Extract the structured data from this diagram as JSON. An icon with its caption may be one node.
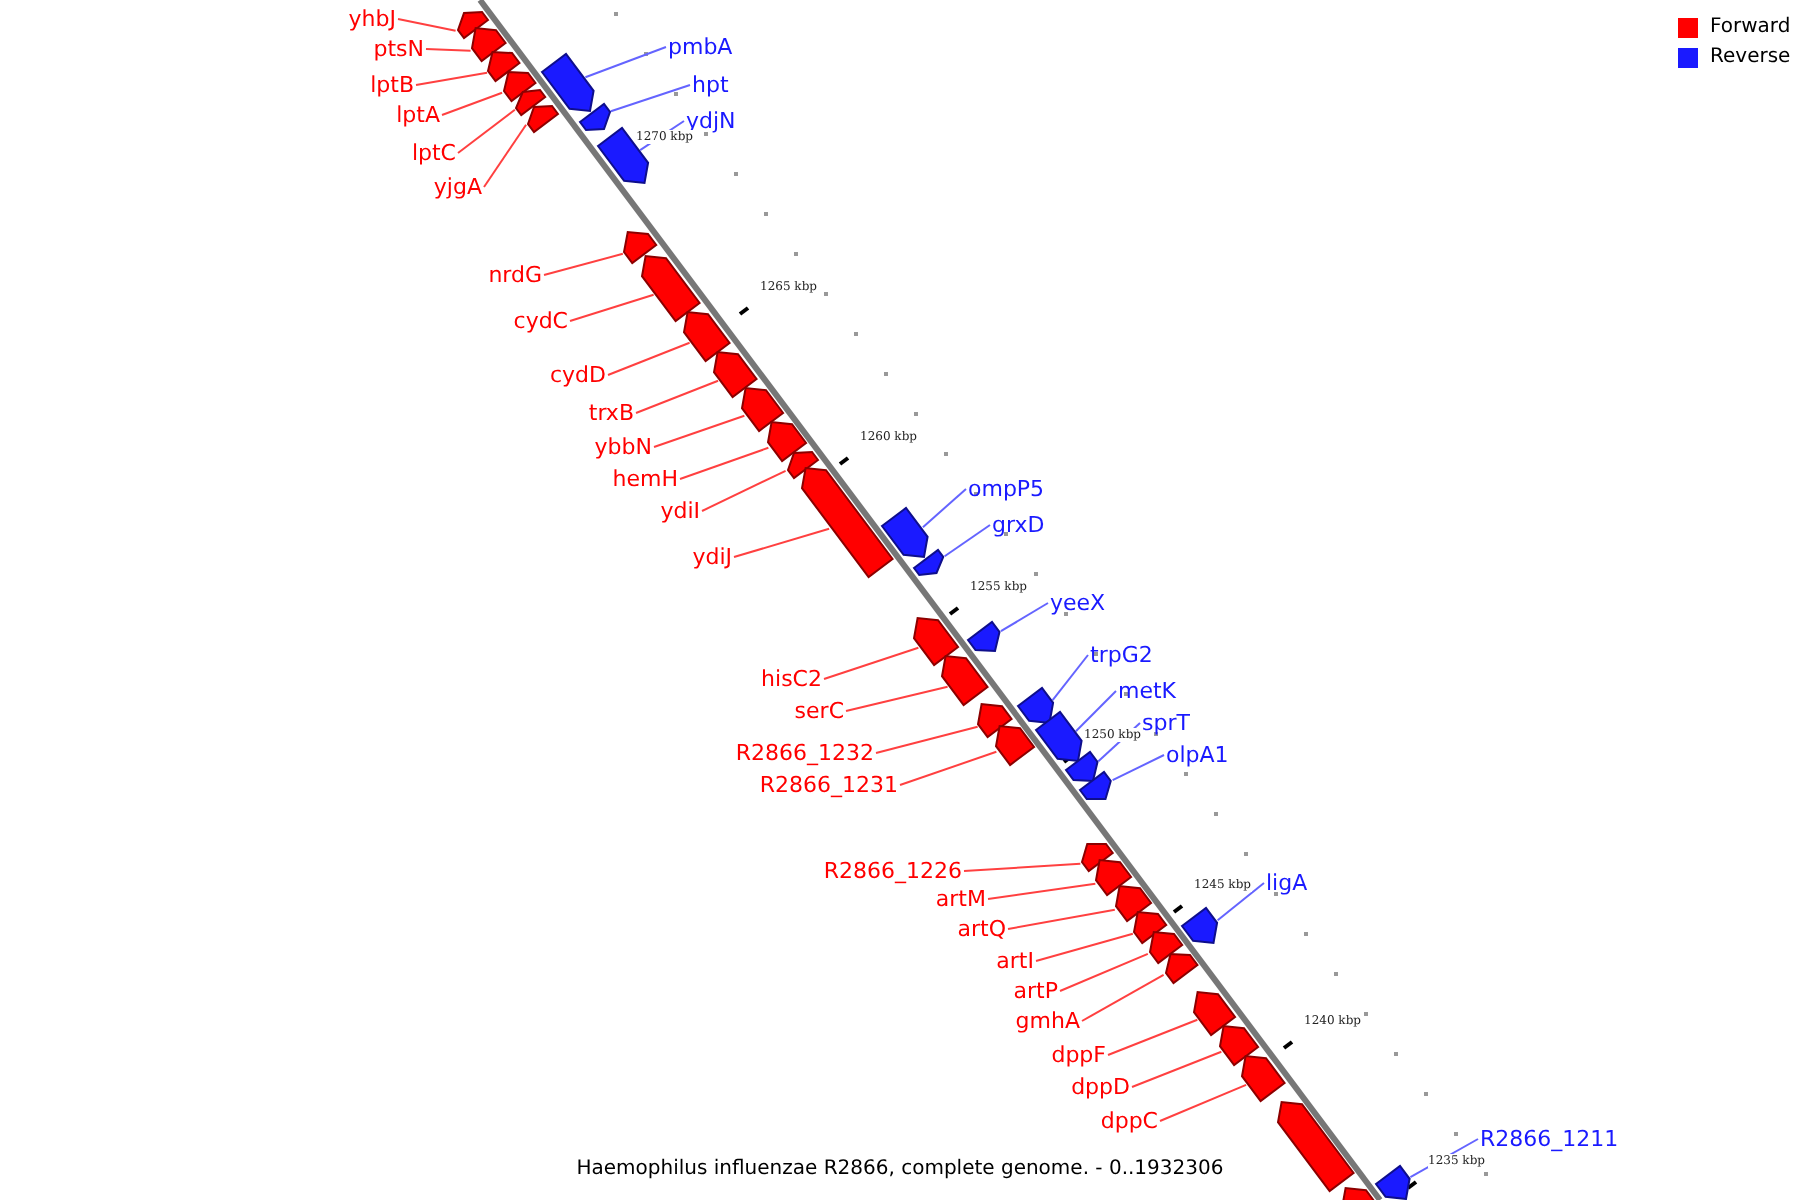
{
  "diagram": {
    "caption": "Haemophilus influenzae R2866, complete genome. - 0..1932306",
    "nodes": [
      {
        "text": [
          "yhbJ"
        ]
      },
      {
        "text": [],
        "shape": "bar"
      },
      {
        "text": [
          "ptsN"
        ]
      },
      {
        "text": [],
        "shape": "bar"
      },
      {
        "text": [
          "lptB"
        ]
      },
      {
        "text": [],
        "shape": "bar"
      },
      {
        "text": [
          "lptA"
        ]
      },
      {
        "text": [],
        "shape": "bar"
      },
      {
        "text": [
          "pmbA"
        ]
      },
      {
        "text": [],
        "shape": "bar"
      },
      {
        "text": [
          "lptC"
        ]
      },
      {
        "text": [],
        "shape": "bar"
      },
      {
        "text": [
          "yjgA"
        ]
      },
      {
        "text": [],
        "shape": "bar"
      },
      {
        "text": [
          "hpt"
        ]
      },
      {
        "text": [],
        "shape": "bar"
      },
      {
        "text": [
          "ydjN"
        ]
      },
      {
        "text": [],
        "shape": "bar"
      },
      {
        "text": [
          "nrdG"
        ]
      },
      {
        "text": [],
        "shape": "bar"
      },
      {
        "text": [
          "cydC"
        ]
      },
      {
        "text": [],
        "shape": "bar"
      },
      {
        "text": [
          "cydD"
        ]
      },
      {
        "text": [],
        "shape": "bar"
      },
      {
        "text": [
          "trxB"
        ]
      },
      {
        "text": [],
        "shape": "bar"
      },
      {
        "text": [
          "ybbN"
        ]
      },
      {
        "text": [],
        "shape": "bar"
      },
      {
        "text": [
          "hemH"
        ]
      },
      {
        "text": [],
        "shape": "bar"
      },
      {
        "text": [
          "ydiI"
        ]
      },
      {
        "text": [],
        "shape": "bar"
      },
      {
        "text": [
          "ydiJ"
        ]
      },
      {
        "text": [],
        "shape": "bar"
      },
      {
        "text": [
          "ompP5"
        ]
      },
      {
        "text": [],
        "shape": "bar"
      },
      {
        "text": [
          "grxD"
        ]
      },
      {
        "text": [],
        "shape": "bar"
      },
      {
        "text": [
          "hisC2"
        ]
      },
      {
        "text": [],
        "shape": "bar"
      },
      {
        "text": [
          "yeeX"
        ]
      },
      {
        "text": [],
        "shape": "bar"
      },
      {
        "text": [
          "serC"
        ]
      },
      {
        "text": [],
        "shape": "bar"
      },
      {
        "text": [
          "R2866_1232"
        ]
      },
      {
        "text": [],
        "shape": "bar"
      },
      {
        "text": [
          "R2866_1231"
        ]
      },
      {
        "text": [],
        "shape": "bar"
      },
      {
        "text": [
          "trpG2"
        ]
      },
      {
        "text": [],
        "shape": "bar"
      },
      {
        "text": [
          "metK"
        ]
      },
      {
        "text": [],
        "shape": "bar"
      },
      {
        "text": [
          "sprT"
        ]
      },
      {
        "text": [],
        "shape": "bar"
      },
      {
        "text": [
          "olpA1"
        ]
      },
      {
        "text": [],
        "shape": "bar"
      },
      {
        "text": [
          "R2866_1226"
        ]
      },
      {
        "text": [],
        "shape": "bar"
      },
      {
        "text": [
          "artM"
        ]
      },
      {
        "text": [],
        "shape": "bar"
      },
      {
        "text": [
          "artQ"
        ]
      },
      {
        "text": [],
        "shape": "bar"
      },
      {
        "text": [
          "artI"
        ]
      },
      {
        "text": [],
        "shape": "bar"
      },
      {
        "text": [
          "artP"
        ]
      },
      {
        "text": [],
        "shape": "bar"
      },
      {
        "text": [
          "ligA"
        ]
      },
      {
        "text": [],
        "shape": "bar"
      },
      {
        "text": [
          "gmhA"
        ]
      },
      {
        "text": [],
        "shape": "bar"
      },
      {
        "text": [
          "dppF"
        ]
      },
      {
        "text": [],
        "shape": "bar"
      },
      {
        "text": [
          "dppD"
        ]
      },
      {
        "text": [],
        "shape": "bar"
      },
      {
        "text": [
          "dppC"
        ]
      },
      {
        "text": [],
        "shape": "bar"
      },
      {
        "text": [],
        "shape": "bar"
      },
      {
        "text": [
          "R2866_1211"
        ]
      },
      {
        "text": [],
        "shape": "bar"
      },
      {
        "text": [],
        "shape": "bar"
      }
    ],
    "edges": [
      {
        "from": 0,
        "to": 1,
        "arrow": "none"
      },
      {
        "from": 2,
        "to": 3,
        "arrow": "none"
      },
      {
        "from": 4,
        "to": 5,
        "arrow": "none"
      },
      {
        "from": 6,
        "to": 7,
        "arrow": "none"
      },
      {
        "from": 8,
        "to": 9,
        "arrow": "none",
        "color": "#6464ff"
      },
      {
        "from": 10,
        "to": 11,
        "arrow": "none"
      },
      {
        "from": 12,
        "to": 13,
        "arrow": "none"
      },
      {
        "from": 14,
        "to": 15,
        "arrow": "none",
        "color": "#6464ff"
      },
      {
        "from": 16,
        "to": 17,
        "arrow": "none",
        "color": "#6464ff"
      },
      {
        "from": 18,
        "to": 19,
        "arrow": "none"
      },
      {
        "from": 20,
        "to": 21,
        "arrow": "none"
      },
      {
        "from": 22,
        "to": 23,
        "arrow": "none"
      },
      {
        "from": 24,
        "to": 25,
        "arrow": "none"
      },
      {
        "from": 26,
        "to": 27,
        "arrow": "none"
      },
      {
        "from": 28,
        "to": 29,
        "arrow": "none"
      },
      {
        "from": 30,
        "to": 31,
        "arrow": "none"
      },
      {
        "from": 32,
        "to": 33,
        "arrow": "none"
      },
      {
        "from": 34,
        "to": 35,
        "arrow": "none",
        "color": "#6464ff"
      },
      {
        "from": 36,
        "to": 37,
        "arrow": "none",
        "color": "#6464ff"
      },
      {
        "from": 38,
        "to": 39,
        "arrow": "none"
      },
      {
        "from": 40,
        "to": 41,
        "arrow": "none",
        "color": "#6464ff"
      },
      {
        "from": 42,
        "to": 43,
        "arrow": "none"
      },
      {
        "from": 44,
        "to": 45,
        "arrow": "none"
      },
      {
        "from": 46,
        "to": 47,
        "arrow": "none"
      },
      {
        "from": 48,
        "to": 49,
        "arrow": "none",
        "color": "#6464ff"
      },
      {
        "from": 50,
        "to": 51,
        "arrow": "none",
        "color": "#6464ff"
      },
      {
        "from": 52,
        "to": 53,
        "arrow": "none",
        "color": "#6464ff"
      },
      {
        "from": 54,
        "to": 55,
        "arrow": "none",
        "color": "#6464ff"
      },
      {
        "from": 56,
        "to": 57,
        "arrow": "none"
      },
      {
        "from": 58,
        "to": 59,
        "arrow": "none"
      },
      {
        "from": 60,
        "to": 61,
        "arrow": "none"
      },
      {
        "from": 62,
        "to": 63,
        "arrow": "none"
      },
      {
        "from": 64,
        "to": 65,
        "arrow": "none"
      },
      {
        "from": 66,
        "to": 67,
        "arrow": "none",
        "color": "#6464ff"
      },
      {
        "from": 68,
        "to": 69,
        "arrow": "none"
      },
      {
        "from": 70,
        "to": 71,
        "arrow": "none"
      },
      {
        "from": 72,
        "to": 73,
        "arrow": "none"
      },
      {
        "from": 74,
        "to": 75,
        "arrow": "none"
      },
      {
        "from": 77,
        "to": 78,
        "arrow": "none",
        "color": "#6464ff"
      }
    ],
    "labels": [
      "1270 kbp",
      "1265 kbp",
      "1260 kbp",
      "1255 kbp",
      "1250 kbp",
      "1245 kbp",
      "1240 kbp",
      "1235 kbp"
    ],
    "legend": [
      {
        "text": "Forward",
        "color": "#ff0000"
      },
      {
        "text": "Reverse",
        "color": "#1a1aff"
      }
    ]
  }
}
